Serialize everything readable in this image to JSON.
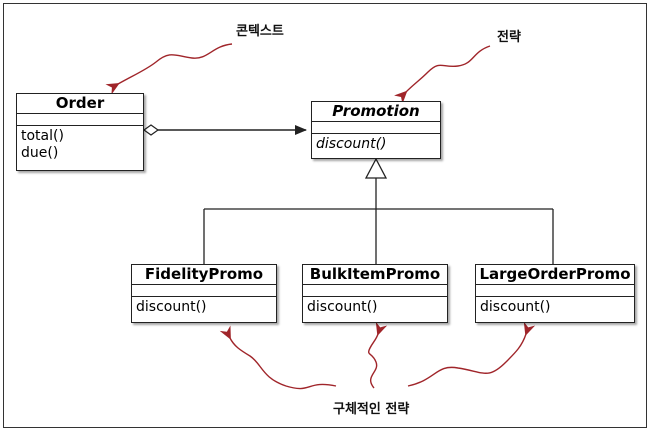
{
  "classes": {
    "order": {
      "name": "Order",
      "methods": [
        "total()",
        "due()"
      ]
    },
    "promotion": {
      "name": "Promotion",
      "methods": [
        "discount()"
      ]
    },
    "fidelity": {
      "name": "FidelityPromo",
      "methods": [
        "discount()"
      ]
    },
    "bulkitem": {
      "name": "BulkItemPromo",
      "methods": [
        "discount()"
      ]
    },
    "largeorder": {
      "name": "LargeOrderPromo",
      "methods": [
        "discount()"
      ]
    }
  },
  "annotations": {
    "context": "콘텍스트",
    "strategy": "전략",
    "concrete_strategy": "구체적인 전략"
  },
  "colors": {
    "annotation_arrow": "#a0252a",
    "line": "#222222"
  }
}
